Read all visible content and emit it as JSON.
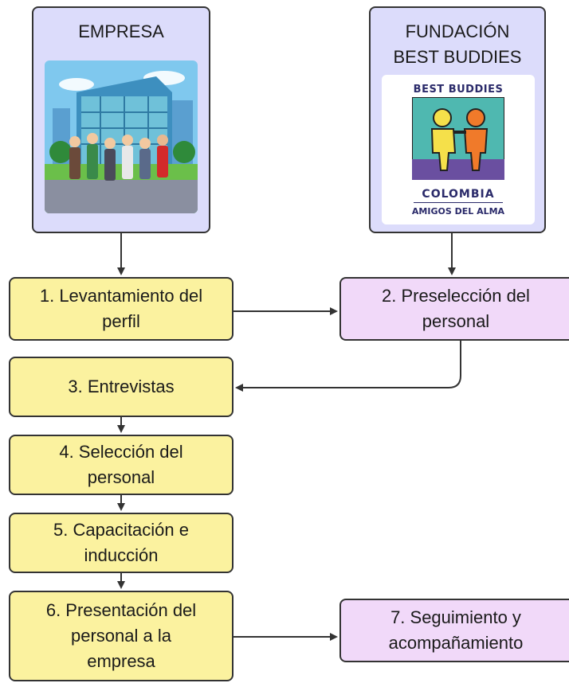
{
  "headers": {
    "empresa": "EMPRESA",
    "fundacion": [
      "FUNDACIÓN",
      "BEST BUDDIES"
    ]
  },
  "logo": {
    "top_text": "BEST BUDDIES",
    "country": "COLOMBIA",
    "tagline": "AMIGOS DEL ALMA"
  },
  "steps": {
    "s1": [
      "1. Levantamiento del",
      "perfil"
    ],
    "s2": [
      "2. Preselección del",
      "personal"
    ],
    "s3": [
      "3. Entrevistas"
    ],
    "s4": [
      "4. Selección del",
      "personal"
    ],
    "s5": [
      "5. Capacitación e",
      "inducción"
    ],
    "s6": [
      "6. Presentación del",
      "personal a la",
      "empresa"
    ],
    "s7": [
      "7. Seguimiento y",
      "acompañamiento"
    ]
  },
  "colors": {
    "header_bg": "#dcdcfb",
    "yellow": "#fbf29f",
    "purple": "#f1d9f9",
    "stroke": "#333333"
  }
}
